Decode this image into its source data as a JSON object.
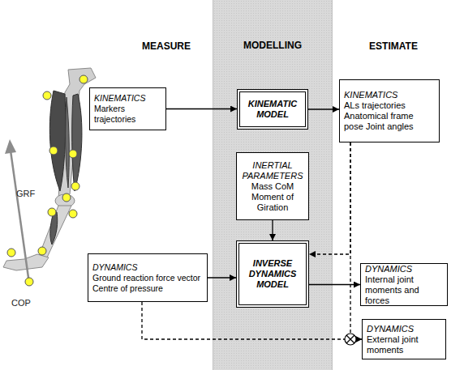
{
  "diagram": {
    "nodes": [
      {
        "text": [
          "MODELLING"
        ]
      },
      {
        "text": [
          "KINEMATICS",
          "Markers trajectories"
        ]
      },
      {
        "text": [
          "KINEMATIC MODEL"
        ],
        "in": 0
      },
      {
        "text": [
          "KINEMATICS",
          "ALs trajectories Anatomical frame pose Joint angles"
        ]
      },
      {
        "text": [
          "INERTIAL PARAMETERS",
          "Mass CoM Moment of Giration"
        ],
        "in": 0
      },
      {
        "text": [
          "DYNAMICS",
          "Ground reaction force vector Centre of pressure"
        ]
      },
      {
        "text": [
          "INVERSE DYNAMICS MODEL"
        ],
        "in": 0
      },
      {
        "text": [
          "DYNAMICS",
          "Internal joint moments and forces"
        ]
      },
      {
        "text": [
          "DYNAMICS",
          "External joint moments"
        ]
      }
    ],
    "edges": [
      {
        "from": 1,
        "to": 2,
        "arrow": "to"
      },
      {
        "from": 2,
        "to": 3,
        "arrow": "to"
      },
      {
        "from": 4,
        "to": 6,
        "arrow": "to"
      },
      {
        "from": 5,
        "to": 6,
        "arrow": "to"
      },
      {
        "from": 6,
        "to": 7,
        "arrow": "to"
      },
      {
        "from": 3,
        "to": 6,
        "arrow": "to"
      },
      {
        "from": 3,
        "to": 8,
        "arrow": "to"
      },
      {
        "from": 5,
        "to": 8,
        "arrow": "to"
      }
    ],
    "labels": [
      "MEASURE",
      "ESTIMATE",
      "GRF",
      "COP"
    ]
  }
}
